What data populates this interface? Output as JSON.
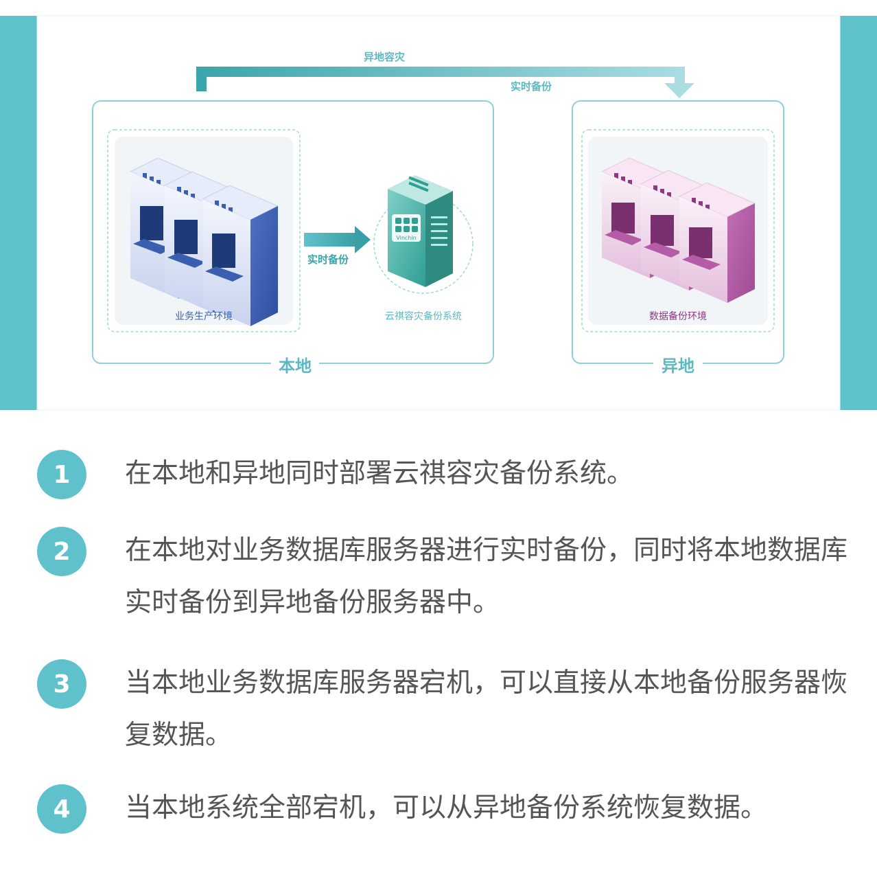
{
  "diagram": {
    "top_arrow_label": "异地容灾",
    "top_arrow_sublabel": "实时备份",
    "local_group_label": "本地",
    "remote_group_label": "异地",
    "production_env_label": "业务生产环境",
    "backup_system_label": "云祺容灾备份系统",
    "data_backup_env_label": "数据备份环境",
    "mid_arrow_label": "实时备份",
    "logo_text": "Vinchin",
    "colors": {
      "teal": "#5fc1cb",
      "blue_server": "#3a5fae",
      "pink_server": "#b55ca7"
    }
  },
  "steps": [
    {
      "num": "1",
      "text": "在本地和异地同时部署云祺容灾备份系统。"
    },
    {
      "num": "2",
      "text": "在本地对业务数据库服务器进行实时备份，同时将本地数据库实时备份到异地备份服务器中。"
    },
    {
      "num": "3",
      "text": "当本地业务数据库服务器宕机，可以直接从本地备份服务器恢复数据。"
    },
    {
      "num": "4",
      "text": "当本地系统全部宕机，可以从异地备份系统恢复数据。"
    }
  ]
}
